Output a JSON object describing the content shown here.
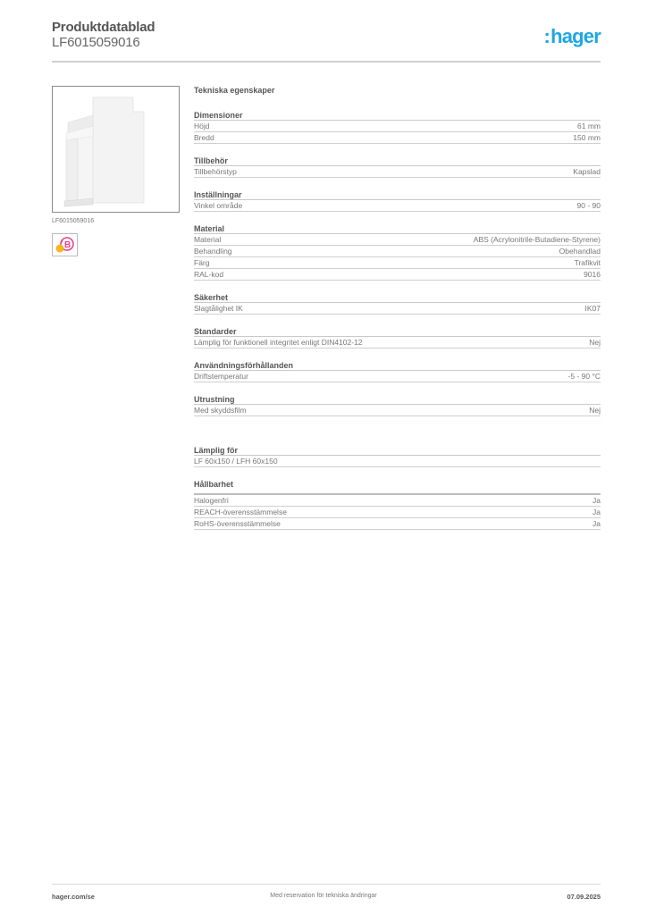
{
  "header": {
    "title": "Produktdatablad",
    "product_code": "LF6015059016",
    "logo_colon": ":",
    "logo_text": "hager",
    "brand_color": "#1ea7e4"
  },
  "product": {
    "image_icon": "product-photo-cable-trunking-tee",
    "caption": "LF6015059016",
    "badge_icon": "halogen-free-badge-icon"
  },
  "specs": {
    "title": "Tekniska egenskaper",
    "groups": [
      {
        "title": "Dimensioner",
        "rows": [
          {
            "label": "Höjd",
            "value": "61 mm"
          },
          {
            "label": "Bredd",
            "value": "150 mm"
          }
        ]
      },
      {
        "title": "Tillbehör",
        "rows": [
          {
            "label": "Tillbehörstyp",
            "value": "Kapslad"
          }
        ]
      },
      {
        "title": "Inställningar",
        "rows": [
          {
            "label": "Vinkel område",
            "value": "90 - 90"
          }
        ]
      },
      {
        "title": "Material",
        "rows": [
          {
            "label": "Material",
            "value": "ABS (Acrylonitrile-Butadiene-Styrene)"
          },
          {
            "label": "Behandling",
            "value": "Obehandlad"
          },
          {
            "label": "Färg",
            "value": "Trafikvit"
          },
          {
            "label": "RAL-kod",
            "value": "9016"
          }
        ]
      },
      {
        "title": "Säkerhet",
        "rows": [
          {
            "label": "Slagtålighet IK",
            "value": "IK07"
          }
        ]
      },
      {
        "title": "Standarder",
        "rows": [
          {
            "label": "Lämplig för funktionell integritet enligt DIN4102-12",
            "value": "Nej"
          }
        ]
      },
      {
        "title": "Användningsförhållanden",
        "rows": [
          {
            "label": "Driftstemperatur",
            "value": "-5 - 90 °C"
          }
        ]
      },
      {
        "title": "Utrustning",
        "rows": [
          {
            "label": "Med skyddsfilm",
            "value": "Nej"
          }
        ]
      }
    ],
    "suitable": {
      "title": "Lämplig för",
      "rows": [
        {
          "label": "LF 60x150 / LFH 60x150",
          "value": ""
        }
      ]
    },
    "sustainability": {
      "title": "Hållbarhet",
      "rows": [
        {
          "label": "Halogenfri",
          "value": "Ja"
        },
        {
          "label": "REACH-överensstämmelse",
          "value": "Ja"
        },
        {
          "label": "RoHS-överensstämmelse",
          "value": "Ja"
        }
      ]
    }
  },
  "footer": {
    "website": "hager.com/se",
    "disclaimer": "Med reservation för tekniska ändringar",
    "date": "07.09.2025"
  }
}
